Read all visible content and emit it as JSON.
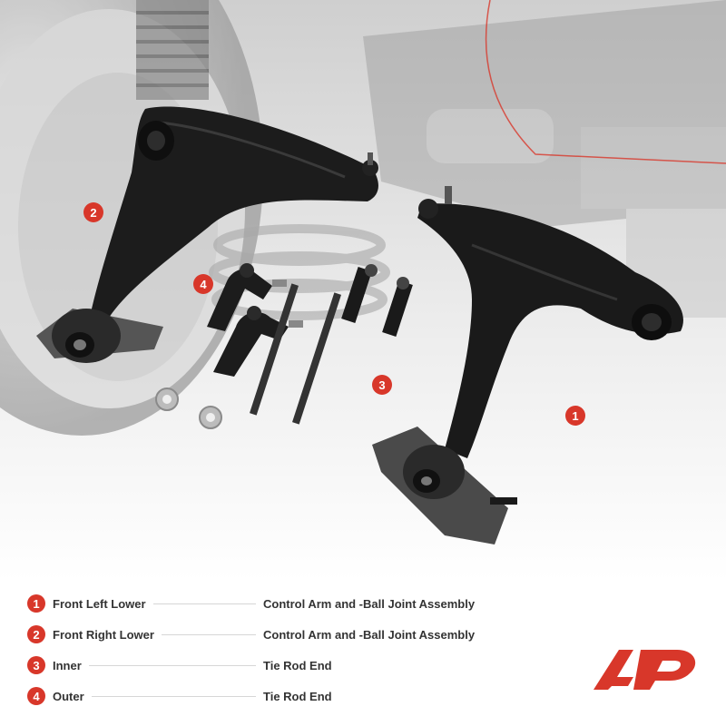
{
  "callouts": [
    {
      "number": "1"
    },
    {
      "number": "2"
    },
    {
      "number": "3"
    },
    {
      "number": "4"
    }
  ],
  "legend": [
    {
      "number": "1",
      "part": "Front Left Lower",
      "description": "Control Arm and -Ball Joint Assembly"
    },
    {
      "number": "2",
      "part": "Front Right Lower",
      "description": "Control Arm and -Ball Joint Assembly"
    },
    {
      "number": "3",
      "part": "Inner",
      "description": "Tie Rod End"
    },
    {
      "number": "4",
      "part": "Outer",
      "description": "Tie Rod End"
    }
  ],
  "colors": {
    "accent": "#d8372a",
    "text": "#333333",
    "part_black": "#1a1a1a"
  },
  "logo": {
    "icon": "brand-logo-icon"
  }
}
